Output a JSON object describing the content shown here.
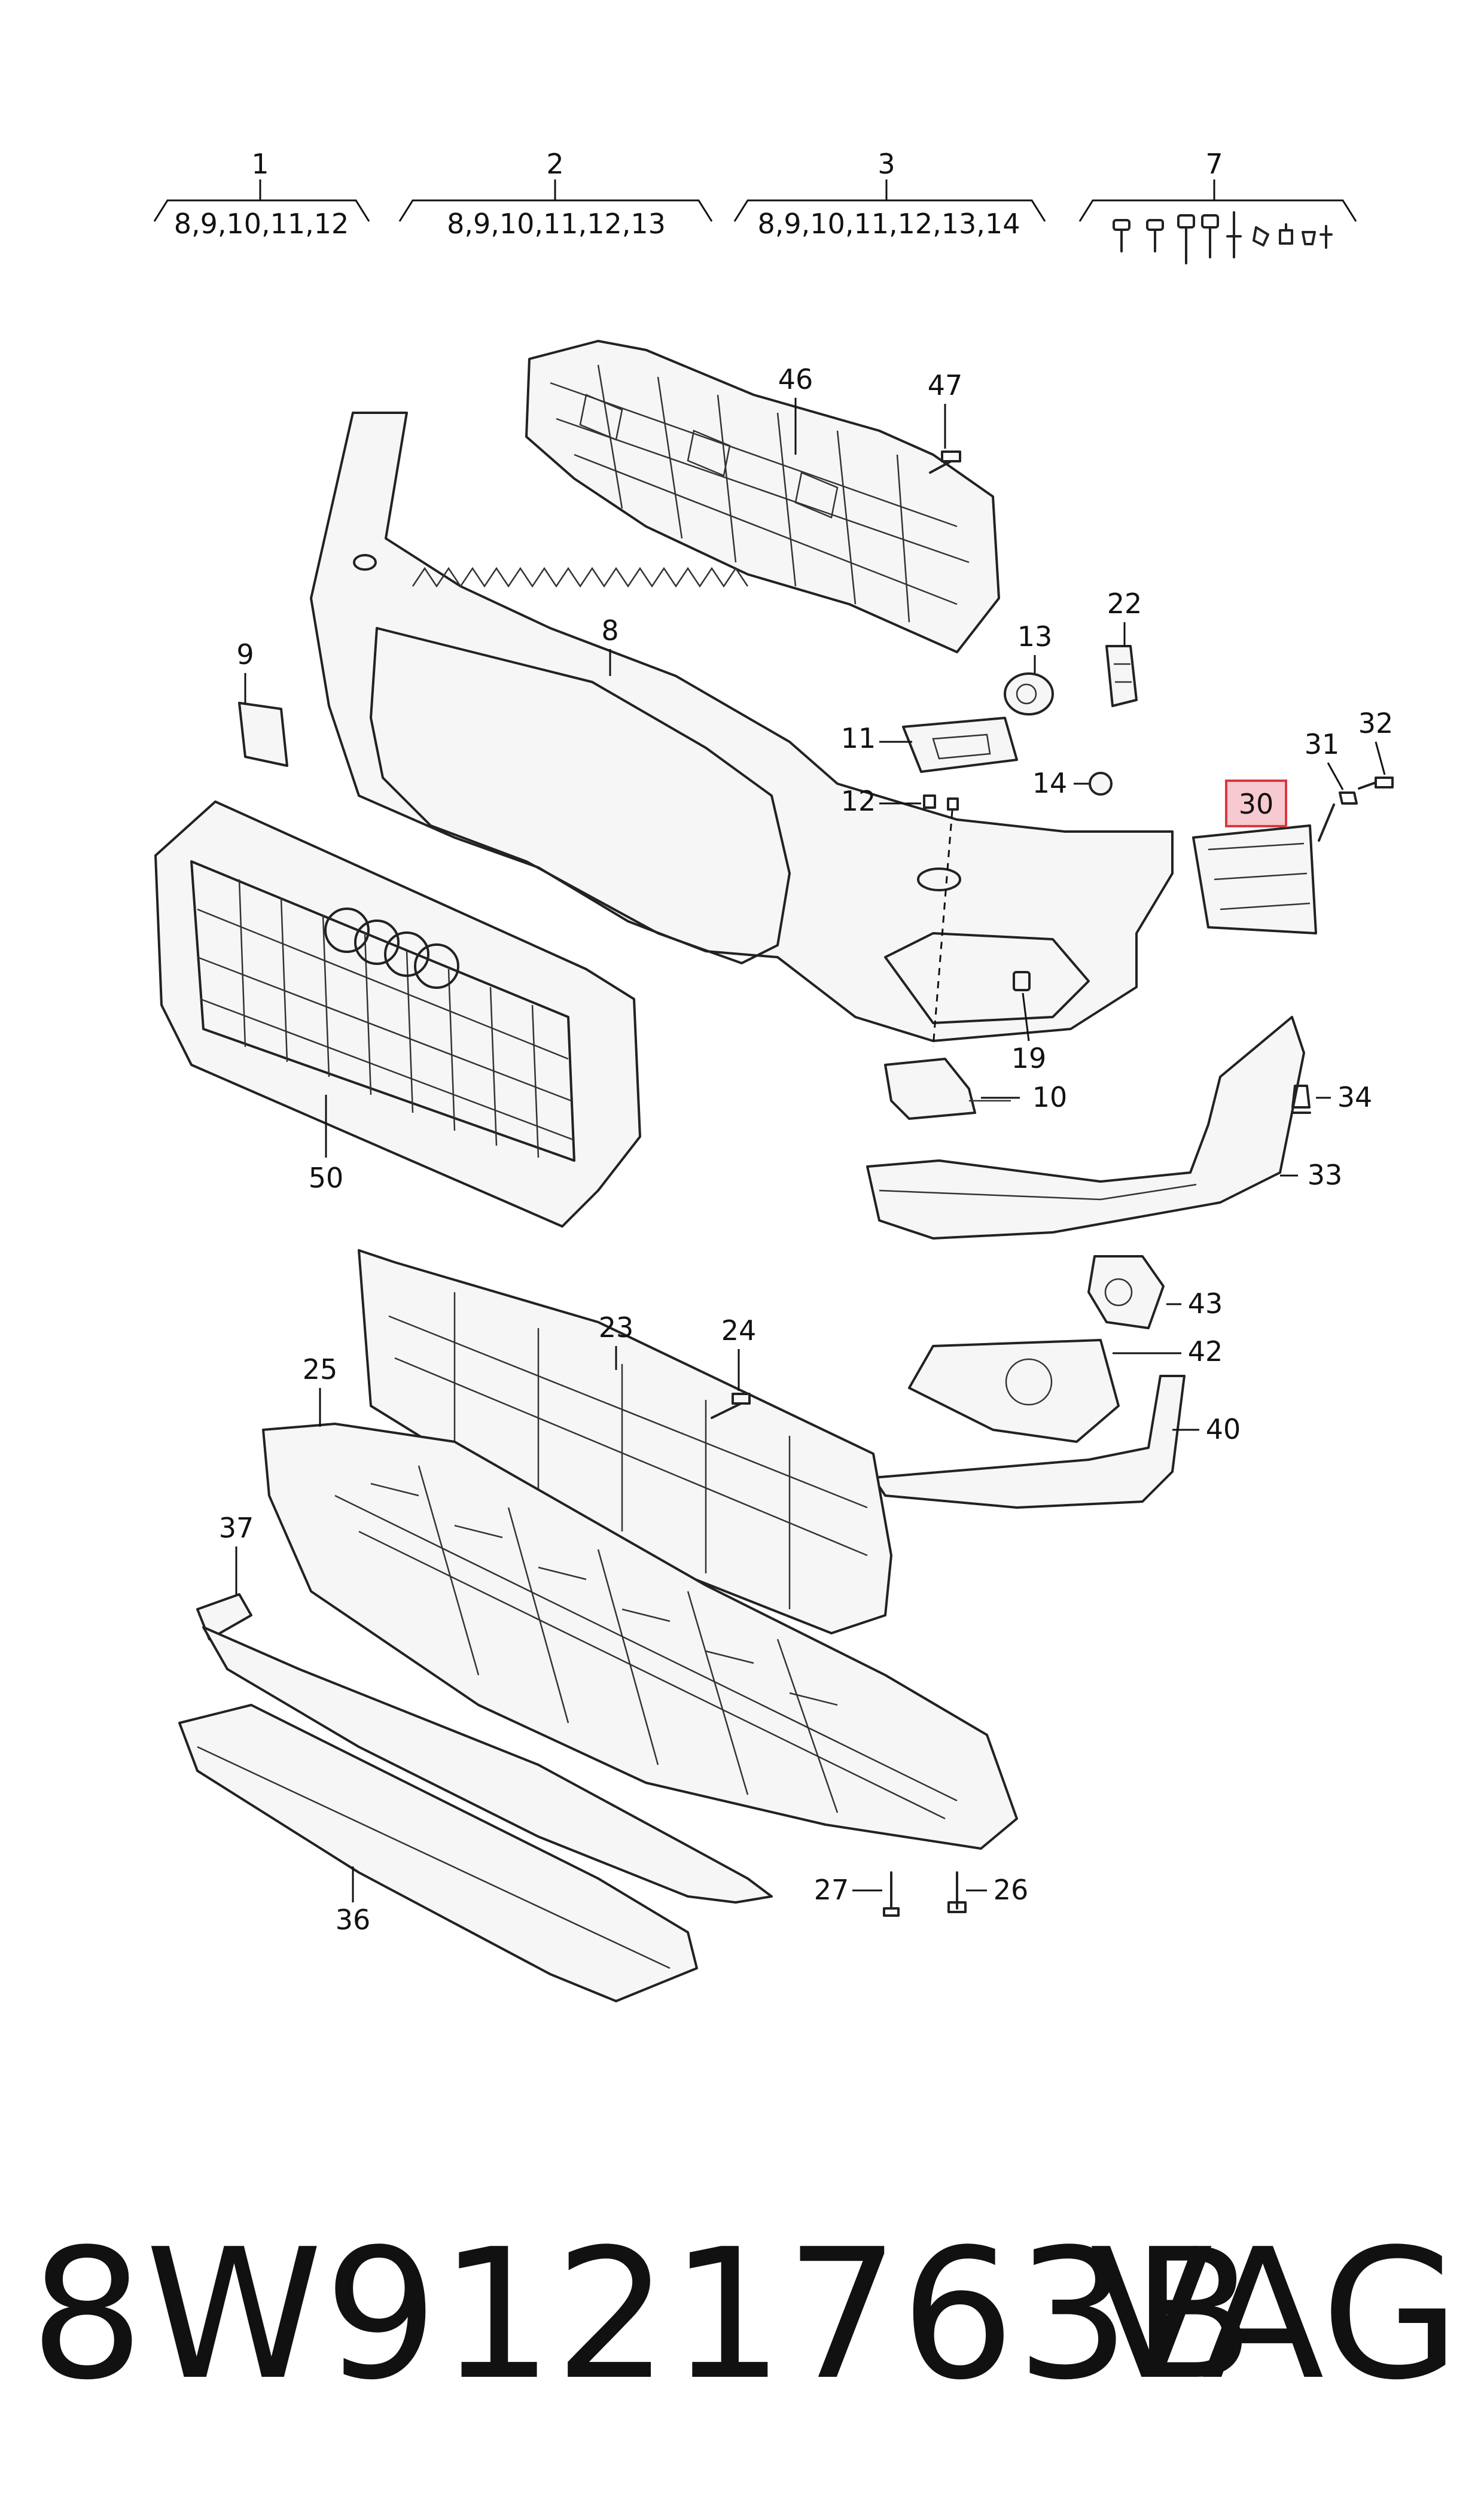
{
  "groups": [
    {
      "number": "1",
      "parts": "8,9,10,11,12"
    },
    {
      "number": "2",
      "parts": "8,9,10,11,12,13"
    },
    {
      "number": "3",
      "parts": "8,9,10,11,12,13,14"
    },
    {
      "number": "7",
      "parts": ""
    }
  ],
  "callouts": {
    "p8": "8",
    "p9": "9",
    "p10": "10",
    "p11": "11",
    "p12": "12",
    "p13": "13",
    "p14": "14",
    "p19": "19",
    "p22": "22",
    "p23": "23",
    "p24": "24",
    "p25": "25",
    "p26": "26",
    "p27": "27",
    "p30": "30",
    "p31": "31",
    "p32": "32",
    "p33": "33",
    "p34": "34",
    "p36": "36",
    "p37": "37",
    "p40": "40",
    "p42": "42",
    "p43": "43",
    "p46": "46",
    "p47": "47",
    "p50": "50"
  },
  "highlight": {
    "part": "30",
    "color": "#f7c9d0",
    "border": "#d8393f"
  },
  "footer": {
    "part_code": "8W9121763B",
    "brand": "VAG"
  }
}
